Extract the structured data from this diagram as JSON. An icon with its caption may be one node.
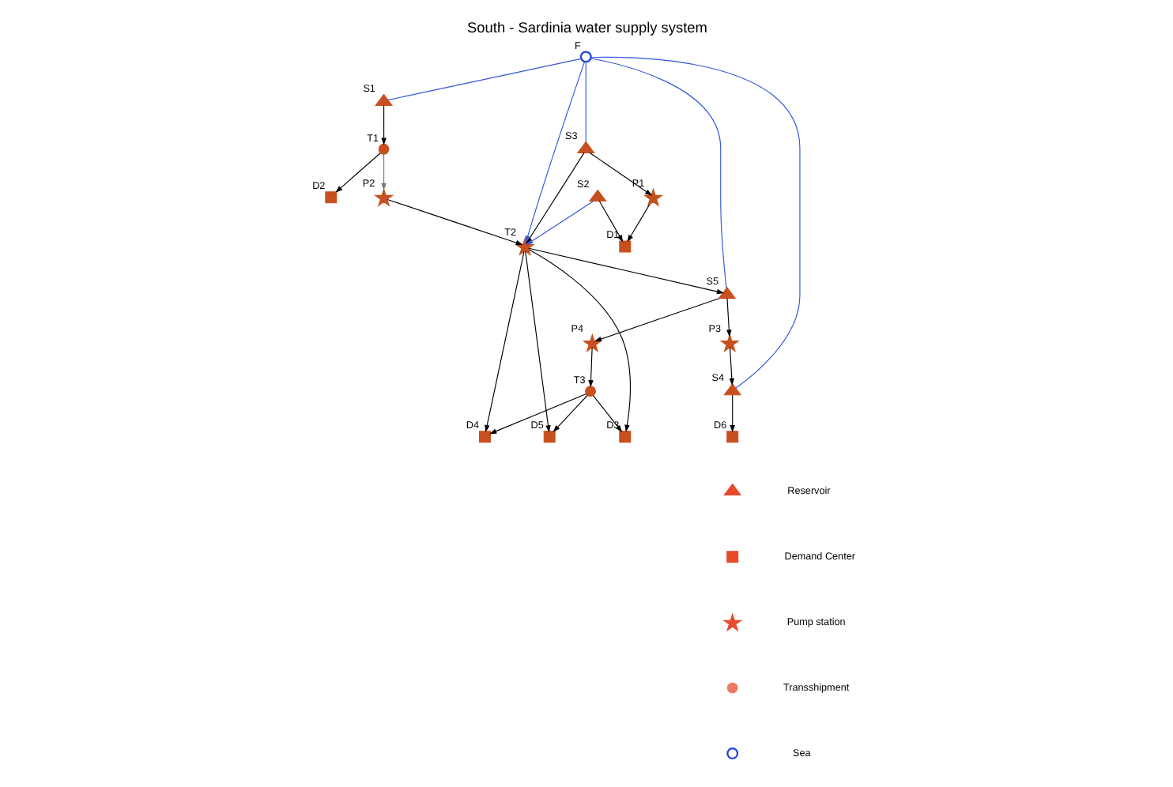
{
  "diagram": {
    "title": "South - Sardinia water supply system",
    "nodes": [
      {
        "text": [],
        "shape": "triangle",
        "beside": [
          "S1"
        ]
      },
      {
        "text": [],
        "shape": "triangle",
        "beside": [
          "S2"
        ]
      },
      {
        "text": [],
        "shape": "triangle",
        "beside": [
          "S3"
        ]
      },
      {
        "text": [],
        "shape": "triangle",
        "beside": [
          "S4"
        ]
      },
      {
        "text": [],
        "shape": "triangle",
        "beside": [
          "S5"
        ]
      },
      {
        "text": [],
        "shape": "box",
        "beside": [
          "D1"
        ]
      },
      {
        "text": [],
        "shape": "box",
        "beside": [
          "D2"
        ]
      },
      {
        "text": [],
        "shape": "box",
        "beside": [
          "D3"
        ]
      },
      {
        "text": [],
        "shape": "box",
        "beside": [
          "D4"
        ]
      },
      {
        "text": [],
        "shape": "box",
        "beside": [
          "D5"
        ]
      },
      {
        "text": [],
        "shape": "box",
        "beside": [
          "D6"
        ]
      },
      {
        "text": [],
        "shape": "star",
        "beside": [
          "P1"
        ]
      },
      {
        "text": [],
        "shape": "star",
        "beside": [
          "P2"
        ]
      },
      {
        "text": [],
        "shape": "star",
        "beside": [
          "P3"
        ]
      },
      {
        "text": [],
        "shape": "star",
        "beside": [
          "P4"
        ]
      },
      {
        "text": [],
        "shape": "circle",
        "beside": [
          "T1"
        ]
      },
      {
        "text": [],
        "shape": "star",
        "beside": [
          "T2"
        ]
      },
      {
        "text": [],
        "shape": "circle",
        "beside": [
          "T3"
        ]
      },
      {
        "text": [],
        "shape": "circle",
        "beside": [
          "F"
        ]
      }
    ],
    "edges": [
      {
        "from": 0,
        "to": 15,
        "arrow": "to"
      },
      {
        "from": 15,
        "to": 6,
        "arrow": "to"
      },
      {
        "from": 15,
        "to": 12,
        "arrow": "to",
        "color": "#777777"
      },
      {
        "from": 12,
        "to": 16,
        "arrow": "to"
      },
      {
        "from": 1,
        "to": 5,
        "arrow": "to"
      },
      {
        "from": 11,
        "to": 5,
        "arrow": "to"
      },
      {
        "from": 2,
        "to": 11,
        "arrow": "to"
      },
      {
        "from": 2,
        "to": 16,
        "arrow": "to"
      },
      {
        "from": 16,
        "to": 4,
        "arrow": "to"
      },
      {
        "from": 16,
        "to": 7,
        "arrow": "to"
      },
      {
        "from": 16,
        "to": 8,
        "arrow": "to"
      },
      {
        "from": 16,
        "to": 9,
        "arrow": "to"
      },
      {
        "from": 17,
        "to": 7,
        "arrow": "to"
      },
      {
        "from": 17,
        "to": 8,
        "arrow": "to"
      },
      {
        "from": 17,
        "to": 9,
        "arrow": "to"
      },
      {
        "from": 14,
        "to": 17,
        "arrow": "to"
      },
      {
        "from": 4,
        "to": 14,
        "arrow": "to"
      },
      {
        "from": 4,
        "to": 13,
        "arrow": "to"
      },
      {
        "from": 13,
        "to": 3,
        "arrow": "to"
      },
      {
        "from": 3,
        "to": 10,
        "arrow": "to"
      },
      {
        "from": 1,
        "to": 16,
        "arrow": "to",
        "color": "#3355dd"
      },
      {
        "from": 18,
        "to": 16,
        "arrow": "to",
        "color": "#3355dd"
      },
      {
        "from": 18,
        "to": 0,
        "arrow": "none",
        "color": "#3355dd"
      },
      {
        "from": 18,
        "to": 2,
        "arrow": "none",
        "color": "#3355dd"
      },
      {
        "from": 18,
        "to": 3,
        "arrow": "none",
        "color": "#3355dd"
      },
      {
        "from": 18,
        "to": 4,
        "arrow": "none",
        "color": "#3355dd"
      }
    ],
    "legend": [
      {
        "text": "Reservoir"
      },
      {
        "text": "Demand Center"
      },
      {
        "text": "Pump station"
      },
      {
        "text": "Transshipment"
      },
      {
        "text": "Sea"
      }
    ]
  }
}
